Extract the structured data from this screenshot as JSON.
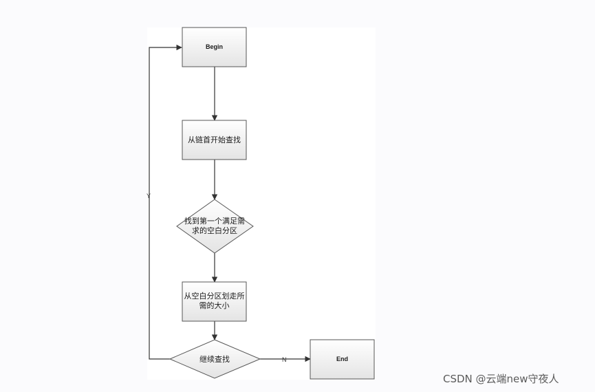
{
  "flowchart": {
    "nodes": {
      "begin": {
        "label": "Begin",
        "shape": "process"
      },
      "start_search": {
        "label": "从链首开始查找",
        "shape": "process"
      },
      "find_first": {
        "lines": [
          "找到第一个满足需",
          "求的空白分区"
        ],
        "shape": "decision"
      },
      "allocate": {
        "lines": [
          "从空白分区划走所",
          "需的大小"
        ],
        "shape": "process"
      },
      "continue_search": {
        "label": "继续查找",
        "shape": "decision"
      },
      "end": {
        "label": "End",
        "shape": "process"
      }
    },
    "edges": {
      "yes_label": "Y",
      "no_label": "N"
    }
  },
  "watermark": {
    "text": "CSDN @云端new守夜人"
  },
  "colors": {
    "node_fill_top": "#ffffff",
    "node_fill_bottom": "#e4e4e4",
    "node_stroke": "#555555",
    "edge_stroke": "#333333"
  }
}
